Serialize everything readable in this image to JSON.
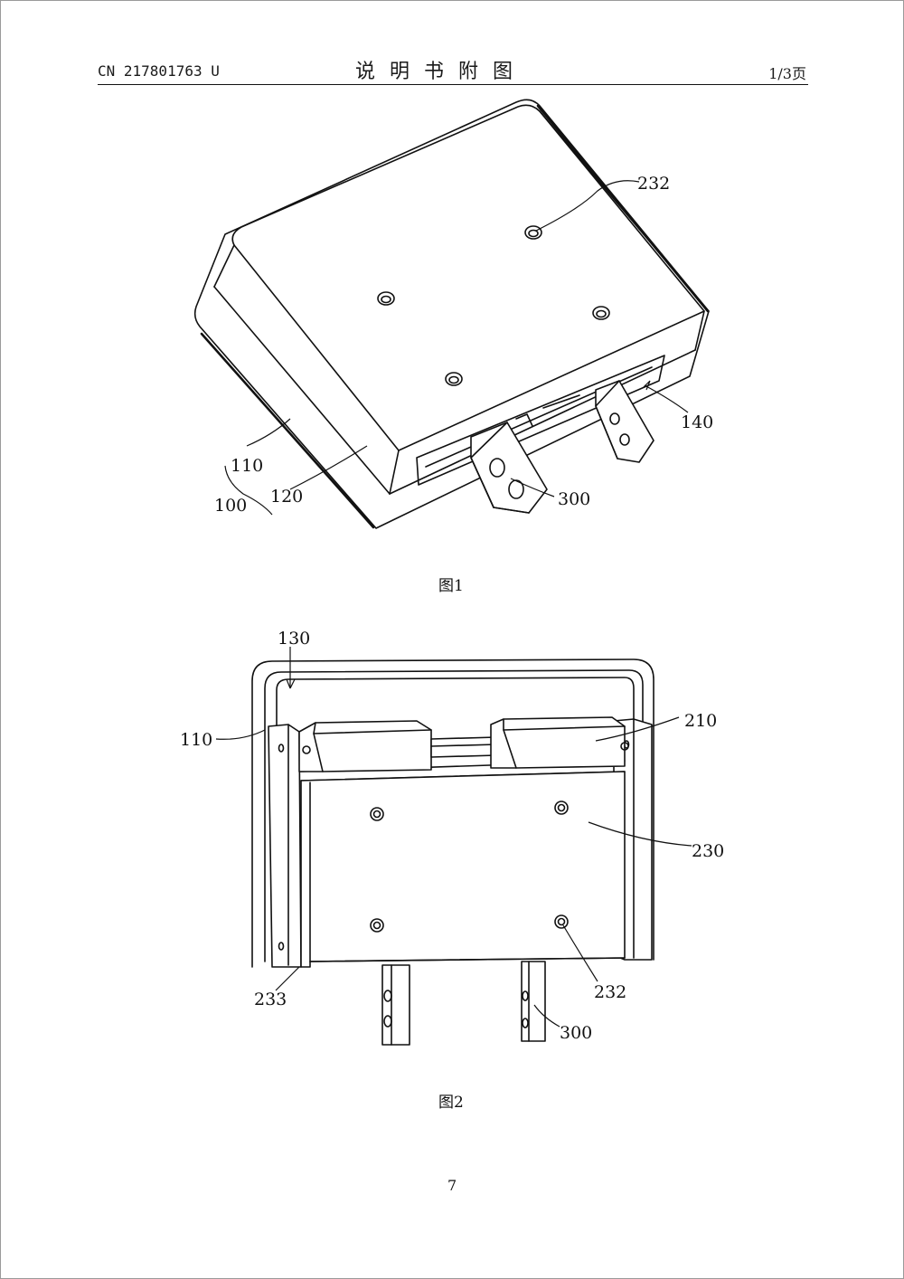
{
  "header": {
    "publication_number": "CN 217801763 U",
    "title": "说明书附图",
    "page_of": "1/3页"
  },
  "figures": [
    {
      "caption": "图1",
      "labels": [
        "232",
        "140",
        "110",
        "120",
        "100",
        "300"
      ]
    },
    {
      "caption": "图2",
      "labels": [
        "130",
        "110",
        "210",
        "230",
        "233",
        "232",
        "300"
      ]
    }
  ],
  "footer": {
    "page_number": "7"
  }
}
